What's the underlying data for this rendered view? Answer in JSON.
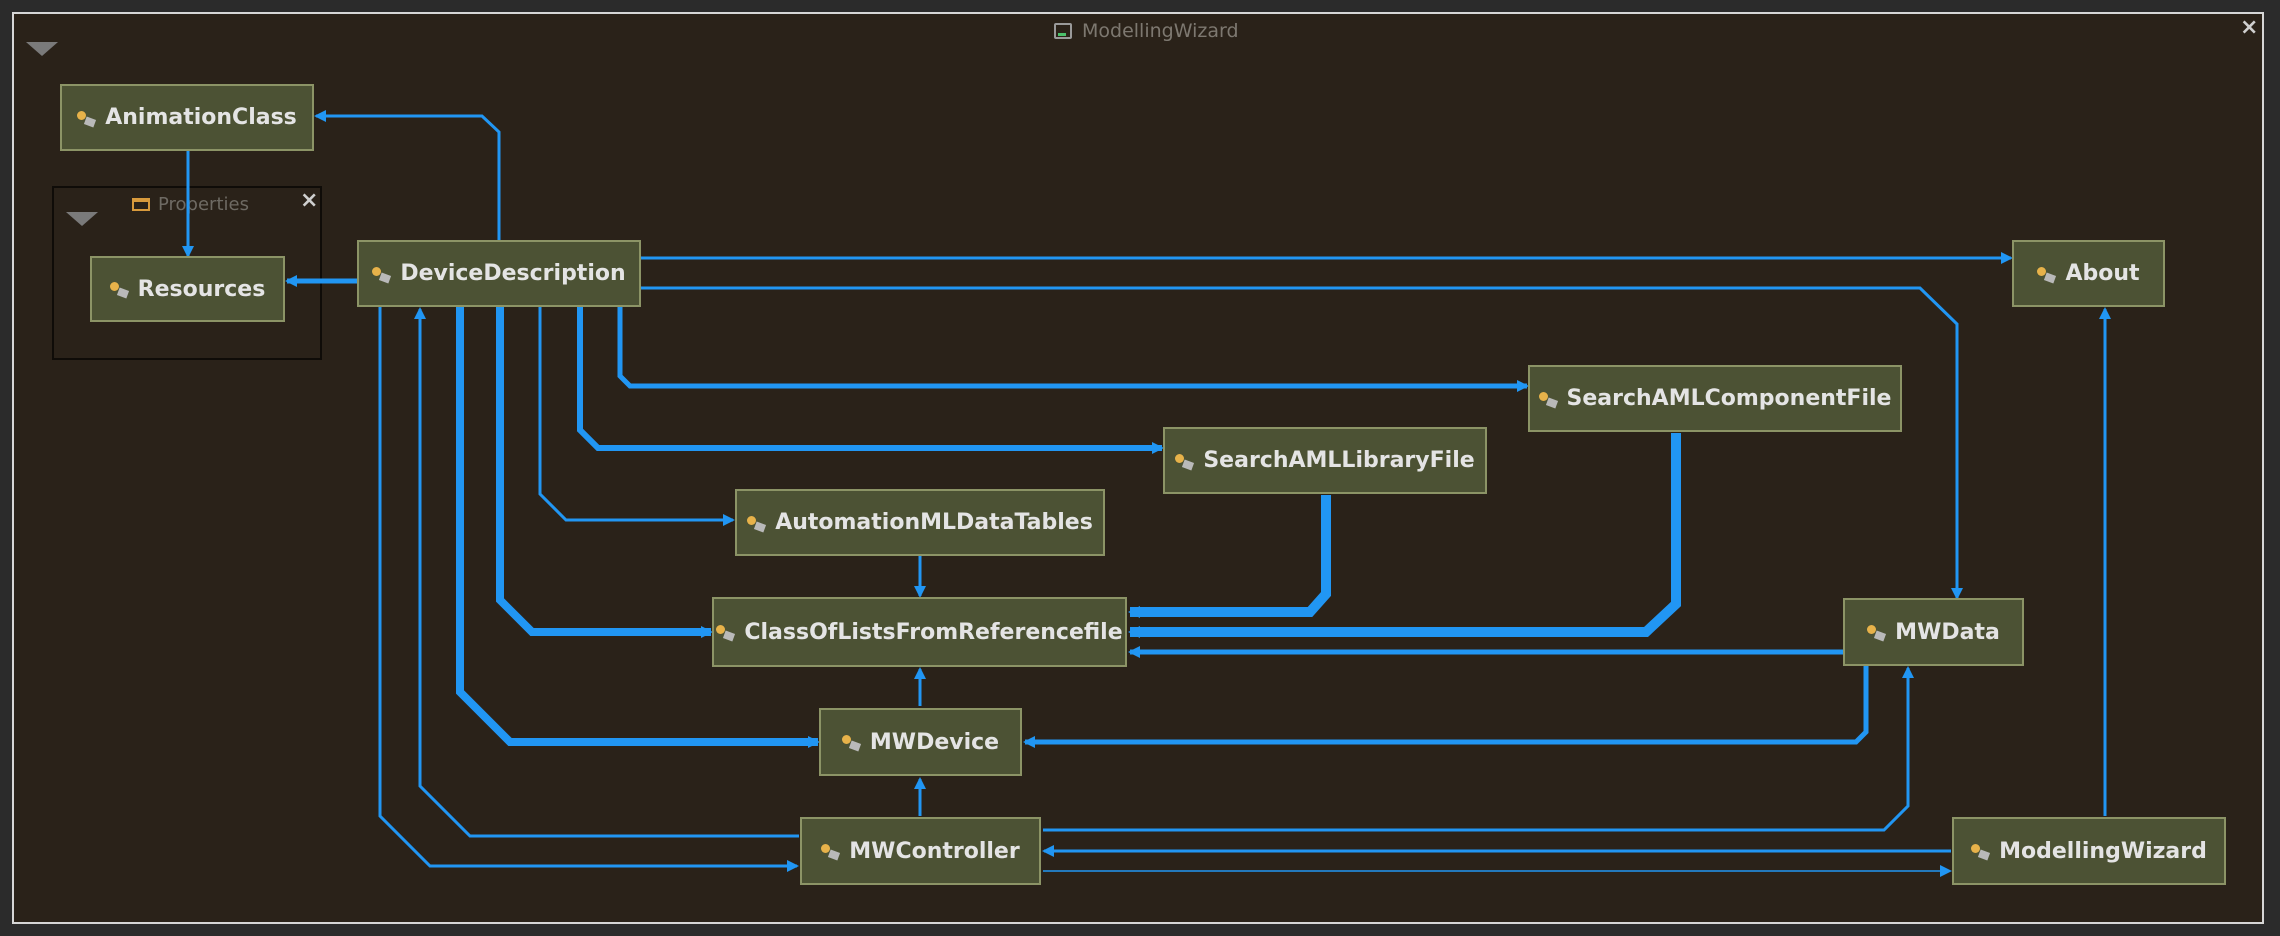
{
  "window": {
    "title": "ModellingWizard"
  },
  "properties_panel": {
    "title": "Properties"
  },
  "colors": {
    "background": "#2a2219",
    "node_fill": "#4c5234",
    "node_border": "#8c9466",
    "edge": "#2196f3",
    "text": "#e4e4e4"
  },
  "nodes": {
    "animationclass": "AnimationClass",
    "resources": "Resources",
    "devicedescription": "DeviceDescription",
    "about": "About",
    "searchamlcomponentfile": "SearchAMLComponentFile",
    "searchamllibraryfile": "SearchAMLLibraryFile",
    "automationmldatatables": "AutomationMLDataTables",
    "classoflistsfromreferencefile": "ClassOfListsFromReferencefile",
    "mwdata": "MWData",
    "mwdevice": "MWDevice",
    "mwcontroller": "MWController",
    "modellingwizard": "ModellingWizard"
  },
  "edges": [
    {
      "from": "DeviceDescription",
      "to": "AnimationClass",
      "weight": "thin"
    },
    {
      "from": "AnimationClass",
      "to": "Resources",
      "weight": "thin"
    },
    {
      "from": "DeviceDescription",
      "to": "Resources",
      "weight": "medium"
    },
    {
      "from": "DeviceDescription",
      "to": "About",
      "weight": "thin"
    },
    {
      "from": "DeviceDescription",
      "to": "MWData",
      "weight": "thin"
    },
    {
      "from": "DeviceDescription",
      "to": "SearchAMLComponentFile",
      "weight": "medium"
    },
    {
      "from": "DeviceDescription",
      "to": "SearchAMLLibraryFile",
      "weight": "medium"
    },
    {
      "from": "DeviceDescription",
      "to": "AutomationMLDataTables",
      "weight": "thin"
    },
    {
      "from": "DeviceDescription",
      "to": "ClassOfListsFromReferencefile",
      "weight": "thick"
    },
    {
      "from": "DeviceDescription",
      "to": "MWDevice",
      "weight": "thick"
    },
    {
      "from": "AutomationMLDataTables",
      "to": "ClassOfListsFromReferencefile",
      "weight": "thin"
    },
    {
      "from": "SearchAMLLibraryFile",
      "to": "ClassOfListsFromReferencefile",
      "weight": "thick"
    },
    {
      "from": "SearchAMLComponentFile",
      "to": "ClassOfListsFromReferencefile",
      "weight": "thick"
    },
    {
      "from": "MWData",
      "to": "ClassOfListsFromReferencefile",
      "weight": "medium"
    },
    {
      "from": "MWDevice",
      "to": "ClassOfListsFromReferencefile",
      "weight": "thin"
    },
    {
      "from": "MWData",
      "to": "MWDevice",
      "weight": "medium"
    },
    {
      "from": "MWController",
      "to": "MWDevice",
      "weight": "thin"
    },
    {
      "from": "MWController",
      "to": "DeviceDescription",
      "weight": "thin"
    },
    {
      "from": "DeviceDescription",
      "to": "MWController",
      "weight": "thin"
    },
    {
      "from": "MWController",
      "to": "MWData",
      "weight": "thin"
    },
    {
      "from": "ModellingWizard",
      "to": "MWController",
      "weight": "thin"
    },
    {
      "from": "MWController",
      "to": "ModellingWizard",
      "weight": "hairline"
    },
    {
      "from": "ModellingWizard",
      "to": "About",
      "weight": "thin"
    }
  ]
}
